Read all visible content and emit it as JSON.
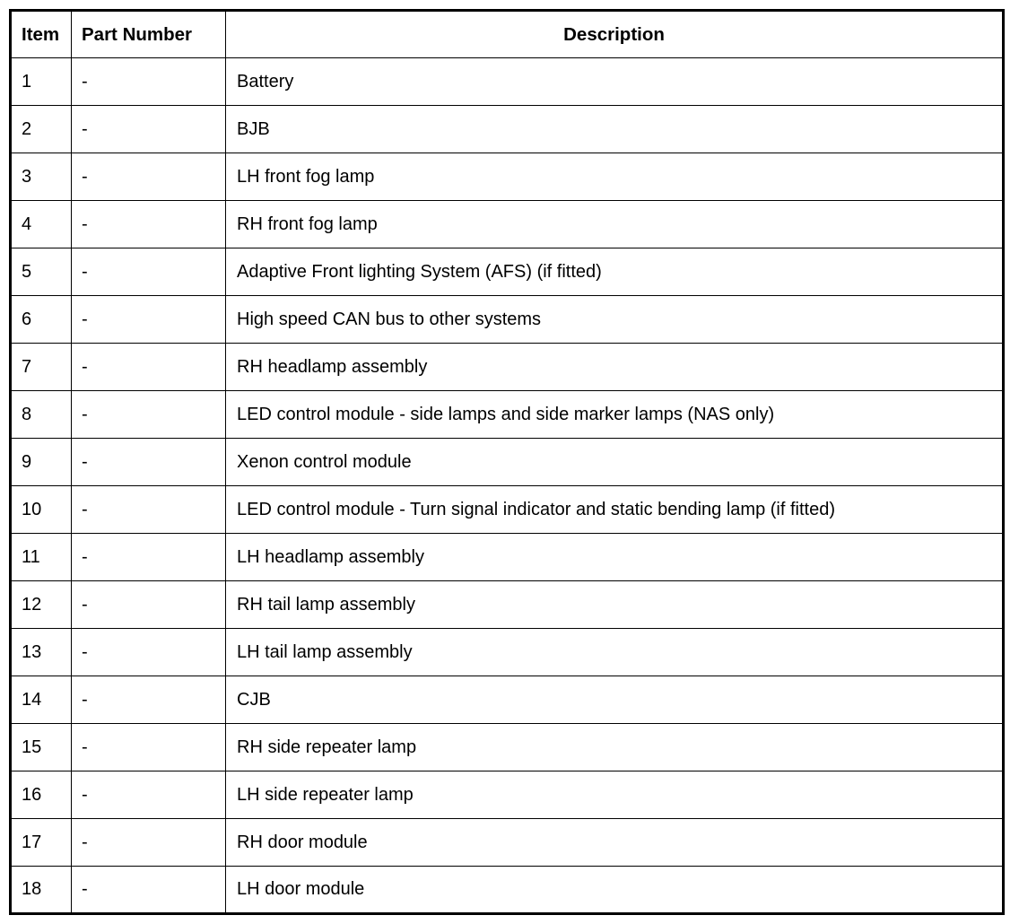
{
  "table": {
    "columns": [
      {
        "key": "item",
        "label": "Item"
      },
      {
        "key": "part_number",
        "label": "Part Number"
      },
      {
        "key": "description",
        "label": "Description"
      }
    ],
    "rows": [
      {
        "item": "1",
        "part_number": "-",
        "description": "Battery"
      },
      {
        "item": "2",
        "part_number": "-",
        "description": "BJB"
      },
      {
        "item": "3",
        "part_number": "-",
        "description": "LH front fog lamp"
      },
      {
        "item": "4",
        "part_number": "-",
        "description": "RH front fog lamp"
      },
      {
        "item": "5",
        "part_number": "-",
        "description": "Adaptive Front lighting System (AFS) (if fitted)"
      },
      {
        "item": "6",
        "part_number": "-",
        "description": "High speed CAN bus to other systems"
      },
      {
        "item": "7",
        "part_number": "-",
        "description": "RH headlamp assembly"
      },
      {
        "item": "8",
        "part_number": "-",
        "description": "LED control module - side lamps and side marker lamps (NAS only)"
      },
      {
        "item": "9",
        "part_number": "-",
        "description": "Xenon control module"
      },
      {
        "item": "10",
        "part_number": "-",
        "description": "LED control module - Turn signal indicator and static bending lamp (if fitted)"
      },
      {
        "item": "11",
        "part_number": "-",
        "description": "LH headlamp assembly"
      },
      {
        "item": "12",
        "part_number": "-",
        "description": "RH tail lamp assembly"
      },
      {
        "item": "13",
        "part_number": "-",
        "description": "LH tail lamp assembly"
      },
      {
        "item": "14",
        "part_number": "-",
        "description": "CJB"
      },
      {
        "item": "15",
        "part_number": "-",
        "description": "RH side repeater lamp"
      },
      {
        "item": "16",
        "part_number": "-",
        "description": "LH side repeater lamp"
      },
      {
        "item": "17",
        "part_number": "-",
        "description": "RH door module"
      },
      {
        "item": "18",
        "part_number": "-",
        "description": "LH door module"
      }
    ]
  },
  "colors": {
    "border": "#000000",
    "background": "#ffffff",
    "text": "#000000"
  }
}
